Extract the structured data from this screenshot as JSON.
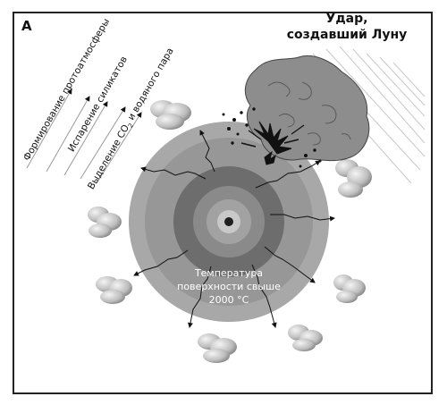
{
  "panel": {
    "letter": "А"
  },
  "impact": {
    "line1": "Удар,",
    "line2": "создавший Луну"
  },
  "processes": [
    {
      "text": "Формирование протоатмосферы"
    },
    {
      "text": "Испарение силикатов"
    },
    {
      "pre": "Выделение CO",
      "sub": "2",
      "post": " и водяного пара"
    }
  ],
  "temperature": {
    "line1": "Температура",
    "line2": "поверхности свыше",
    "line3": "2000 °C"
  }
}
